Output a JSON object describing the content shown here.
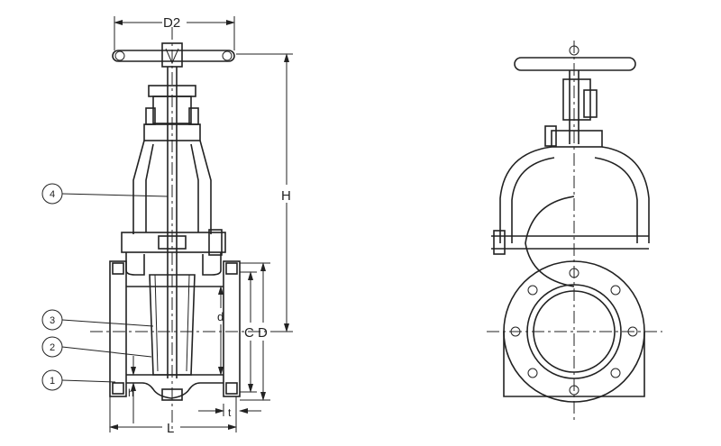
{
  "dimensions": {
    "D2": "D2",
    "H": "H",
    "d": "d",
    "C": "C",
    "D": "D",
    "L": "L",
    "t": "t",
    "h": "h"
  },
  "callouts": [
    "1",
    "2",
    "3",
    "4"
  ]
}
